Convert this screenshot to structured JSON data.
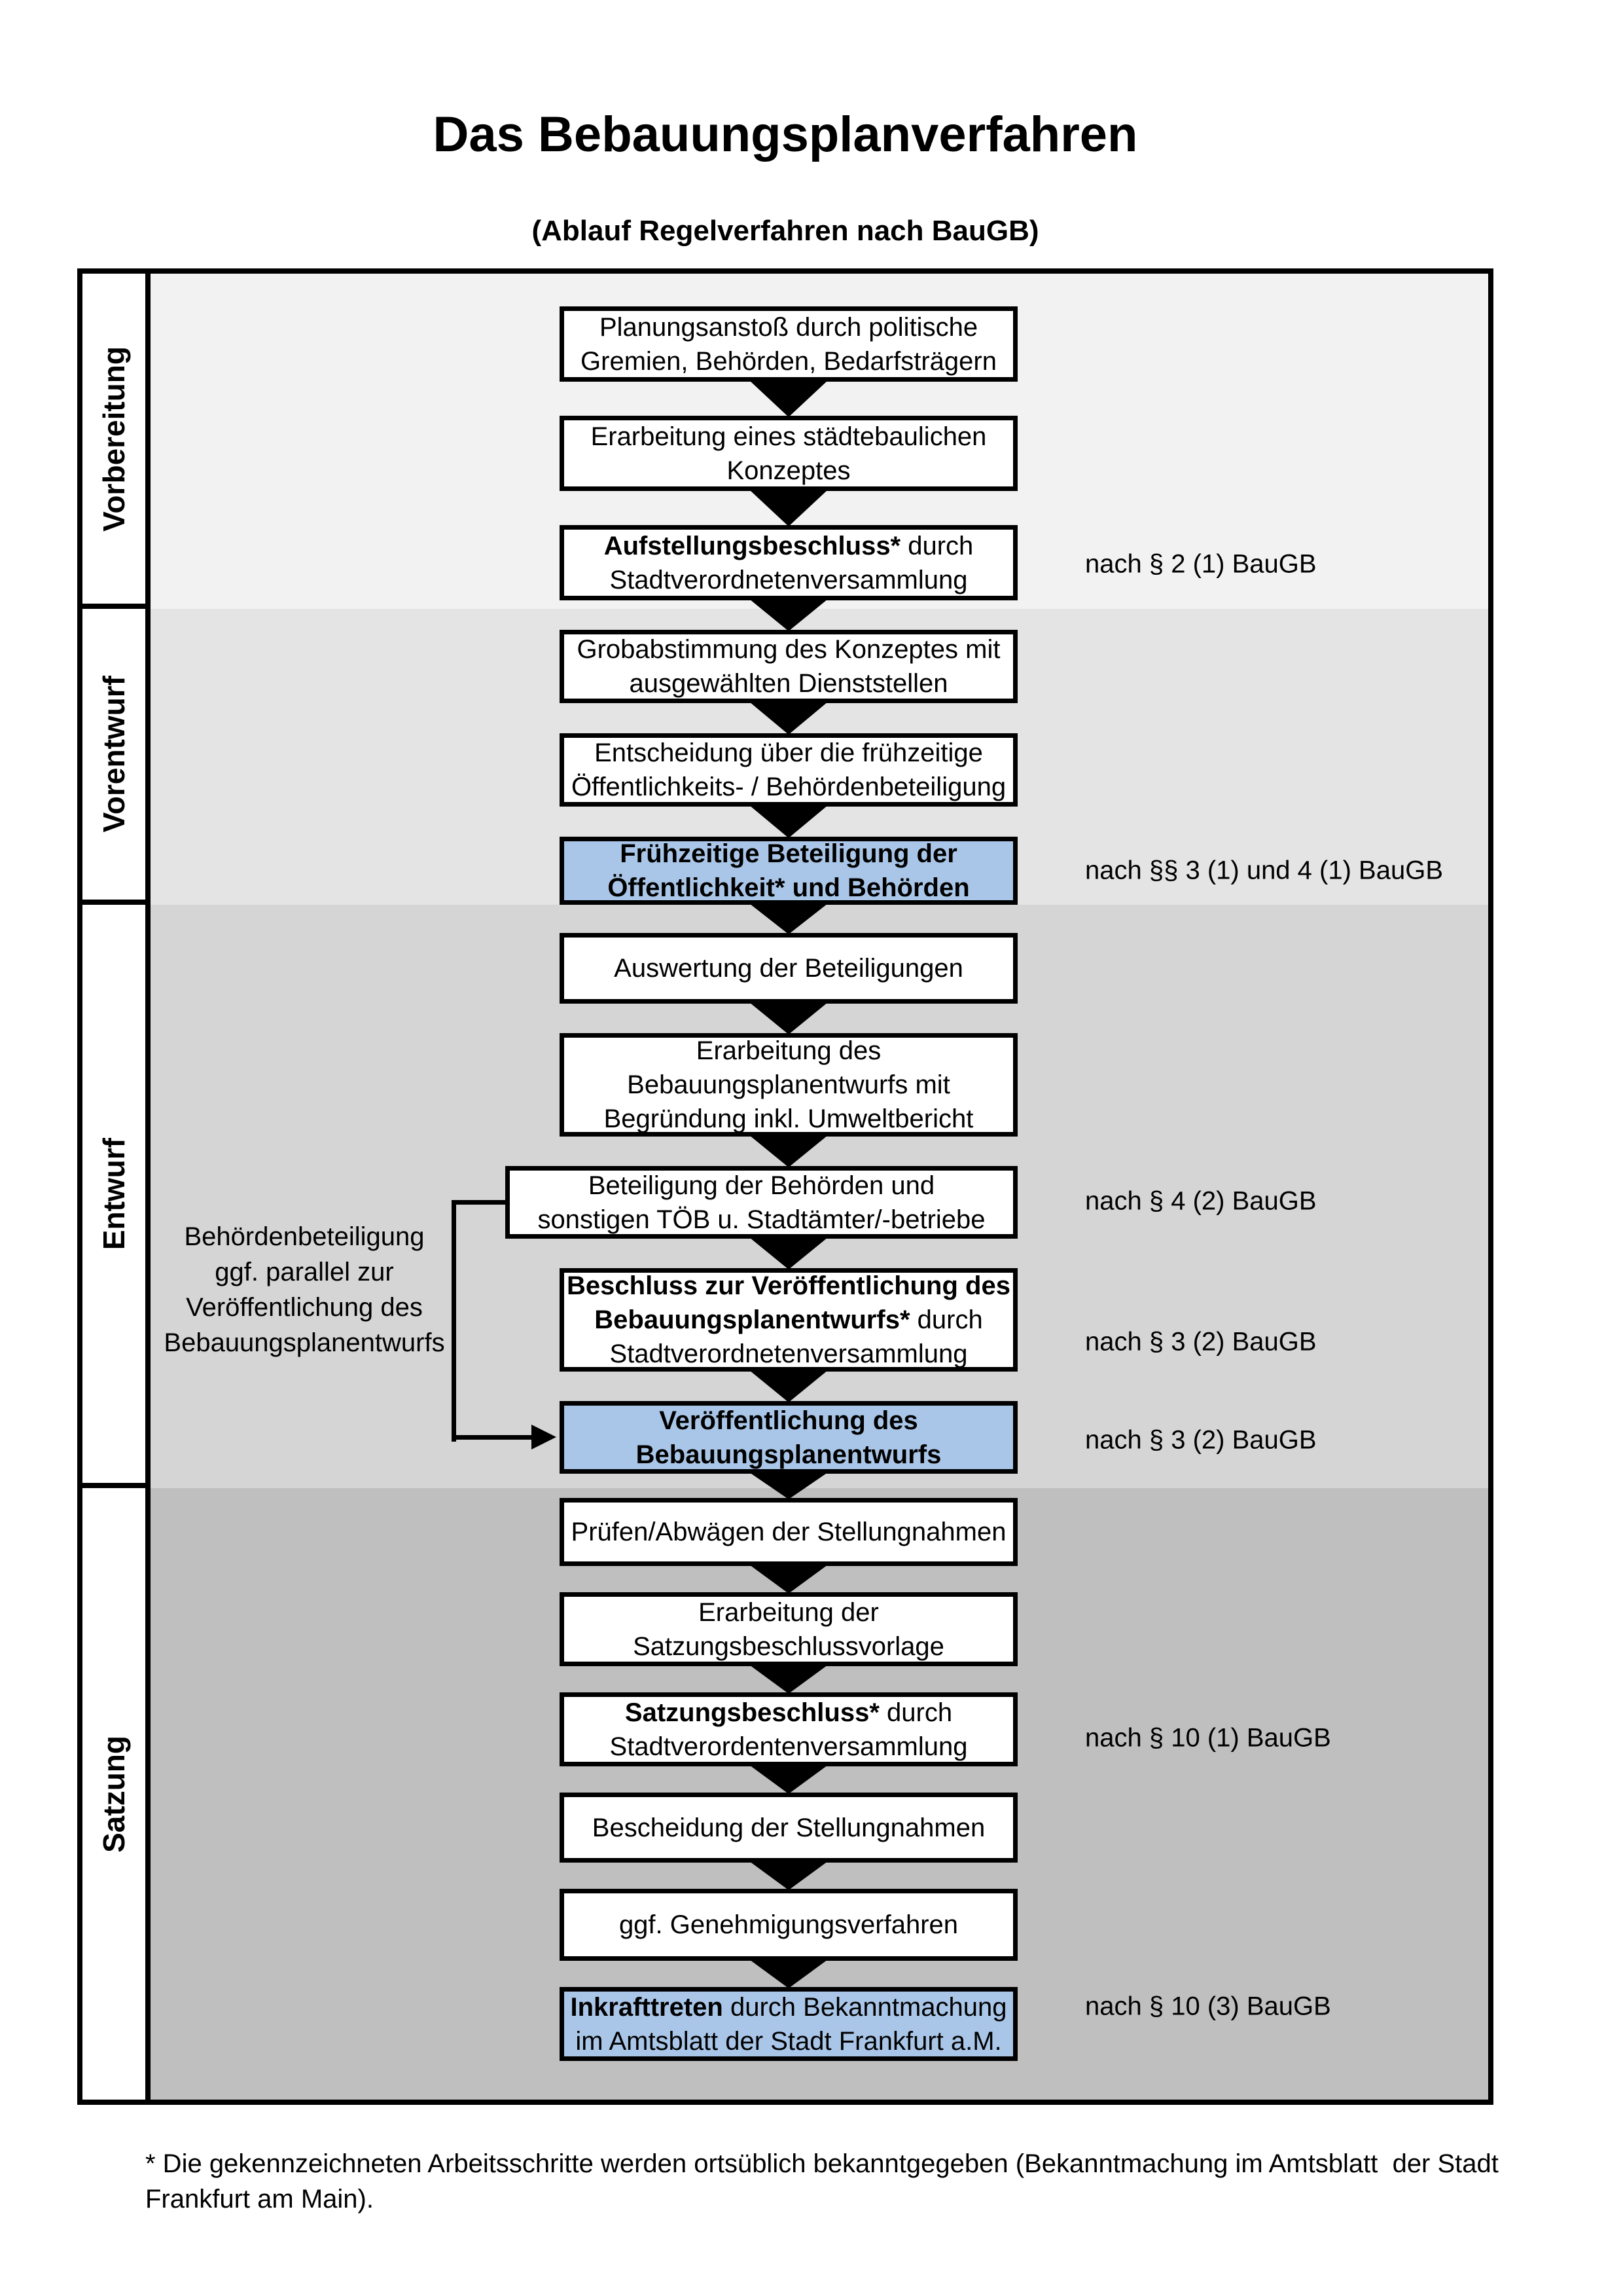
{
  "title": "Das Bebauungsplanverfahren",
  "subtitle": "(Ablauf Regelverfahren nach BauGB)",
  "phases": [
    {
      "label": "Vorbereitung"
    },
    {
      "label": "Vorentwurf"
    },
    {
      "label": "Entwurf"
    },
    {
      "label": "Satzung"
    }
  ],
  "steps": [
    {
      "lines": [
        [
          {
            "t": "Planungsanstoß durch politische",
            "b": false
          }
        ],
        [
          {
            "t": "Gremien, Behörden, Bedarfsträgern",
            "b": false
          }
        ]
      ],
      "highlight": false,
      "annotation": ""
    },
    {
      "lines": [
        [
          {
            "t": "Erarbeitung eines städtebaulichen",
            "b": false
          }
        ],
        [
          {
            "t": "Konzeptes",
            "b": false
          }
        ]
      ],
      "highlight": false,
      "annotation": ""
    },
    {
      "lines": [
        [
          {
            "t": "Aufstellungsbeschluss*",
            "b": true
          },
          {
            "t": " durch",
            "b": false
          }
        ],
        [
          {
            "t": "Stadtverordnetenversammlung",
            "b": false
          }
        ]
      ],
      "highlight": false,
      "annotation": "nach § 2 (1) BauGB"
    },
    {
      "lines": [
        [
          {
            "t": "Grobabstimmung des Konzeptes mit",
            "b": false
          }
        ],
        [
          {
            "t": "ausgewählten Dienststellen",
            "b": false
          }
        ]
      ],
      "highlight": false,
      "annotation": ""
    },
    {
      "lines": [
        [
          {
            "t": "Entscheidung über die frühzeitige",
            "b": false
          }
        ],
        [
          {
            "t": "Öffentlichkeits- / Behördenbeteiligung",
            "b": false
          }
        ]
      ],
      "highlight": false,
      "annotation": ""
    },
    {
      "lines": [
        [
          {
            "t": "Frühzeitige Beteiligung der",
            "b": true
          }
        ],
        [
          {
            "t": "Öffentlichkeit* und Behörden",
            "b": true
          }
        ]
      ],
      "highlight": true,
      "annotation": "nach §§ 3 (1) und 4 (1) BauGB"
    },
    {
      "lines": [
        [
          {
            "t": "Auswertung der Beteiligungen",
            "b": false
          }
        ]
      ],
      "highlight": false,
      "annotation": ""
    },
    {
      "lines": [
        [
          {
            "t": "Erarbeitung des",
            "b": false
          }
        ],
        [
          {
            "t": "Bebauungsplanentwurfs mit",
            "b": false
          }
        ],
        [
          {
            "t": "Begründung inkl. Umweltbericht",
            "b": false
          }
        ]
      ],
      "highlight": false,
      "annotation": ""
    },
    {
      "lines": [
        [
          {
            "t": "Beteiligung der Behörden und",
            "b": false
          }
        ],
        [
          {
            "t": "sonstigen TÖB u. Stadtämter/-betriebe",
            "b": false
          }
        ]
      ],
      "highlight": false,
      "annotation": "nach § 4 (2) BauGB"
    },
    {
      "lines": [
        [
          {
            "t": "Beschluss zur Veröffentlichung des",
            "b": true
          }
        ],
        [
          {
            "t": "Bebauungsplanentwurfs*",
            "b": true
          },
          {
            "t": " durch",
            "b": false
          }
        ],
        [
          {
            "t": "Stadtverordnetenversammlung",
            "b": false
          }
        ]
      ],
      "highlight": false,
      "annotation": "nach § 3 (2) BauGB"
    },
    {
      "lines": [
        [
          {
            "t": "Veröffentlichung des",
            "b": true
          }
        ],
        [
          {
            "t": "Bebauungsplanentwurfs",
            "b": true
          }
        ]
      ],
      "highlight": true,
      "annotation": "nach § 3 (2) BauGB"
    },
    {
      "lines": [
        [
          {
            "t": "Prüfen/Abwägen der Stellungnahmen",
            "b": false
          }
        ]
      ],
      "highlight": false,
      "annotation": ""
    },
    {
      "lines": [
        [
          {
            "t": "Erarbeitung der",
            "b": false
          }
        ],
        [
          {
            "t": "Satzungsbeschlussvorlage",
            "b": false
          }
        ]
      ],
      "highlight": false,
      "annotation": ""
    },
    {
      "lines": [
        [
          {
            "t": "Satzungsbeschluss*",
            "b": true
          },
          {
            "t": " durch",
            "b": false
          }
        ],
        [
          {
            "t": "Stadtverordentenversammlung",
            "b": false
          }
        ]
      ],
      "highlight": false,
      "annotation": "nach § 10 (1) BauGB"
    },
    {
      "lines": [
        [
          {
            "t": "Bescheidung der Stellungnahmen",
            "b": false
          }
        ]
      ],
      "highlight": false,
      "annotation": ""
    },
    {
      "lines": [
        [
          {
            "t": "ggf. Genehmigungsverfahren",
            "b": false
          }
        ]
      ],
      "highlight": false,
      "annotation": ""
    },
    {
      "lines": [
        [
          {
            "t": "Inkrafttreten",
            "b": true
          },
          {
            "t": " durch Bekanntmachung",
            "b": false
          }
        ],
        [
          {
            "t": "im Amtsblatt der Stadt Frankfurt a.M.",
            "b": false
          }
        ]
      ],
      "highlight": true,
      "annotation": "nach § 10 (3) BauGB"
    }
  ],
  "side_note": {
    "lines": [
      "Behördenbeteiligung",
      "ggf. parallel zur",
      "Veröffentlichung des",
      "Bebauungsplanentwurfs"
    ]
  },
  "footnote": "* Die gekennzeichneten Arbeitsschritte werden ortsüblich bekanntgegeben (Bekanntmachung im Amtsblatt  der Stadt Frankfurt am Main).",
  "colors": {
    "highlight_blue": "#a9c6e8",
    "band_vorbereitung": "#f2f2f2",
    "band_vorentwurf": "#e4e4e4",
    "band_entwurf": "#d5d5d5",
    "band_satzung": "#bfbfbf",
    "box_border": "#000000"
  }
}
